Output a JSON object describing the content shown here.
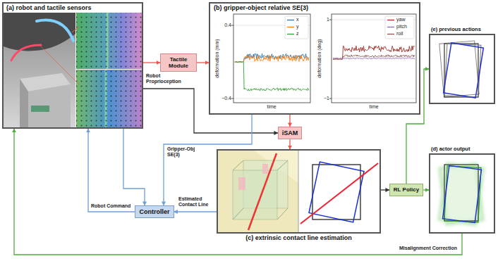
{
  "diagram": {
    "nodes": [
      {
        "text": [
          "(a) robot and tactile sensors"
        ]
      },
      {
        "text": [
          "(b) gripper-object relative SE(3)"
        ]
      },
      {
        "text": [
          "Tactile Module"
        ]
      },
      {
        "text": [
          "iSAM"
        ]
      },
      {
        "text": [
          "(c) extrinsic contact line estimation"
        ]
      },
      {
        "text": [
          "Controller"
        ]
      },
      {
        "text": [
          "RL Policy"
        ]
      },
      {
        "text": [
          "(e) previous actions"
        ]
      },
      {
        "text": [
          "(d) actor output"
        ]
      }
    ],
    "edges": [
      {
        "from": 0,
        "to": 2,
        "arrow": "to"
      },
      {
        "from": 2,
        "to": 1,
        "arrow": "to"
      },
      {
        "from": 0,
        "to": 3,
        "label": "Robot Proprioception",
        "arrow": "to"
      },
      {
        "from": 1,
        "to": 3,
        "arrow": "to"
      },
      {
        "from": 1,
        "to": 5,
        "label": "Gripper-Obj SE(3)",
        "arrow": "to"
      },
      {
        "from": 0,
        "to": 5,
        "arrow": "to"
      },
      {
        "from": 3,
        "to": 4,
        "arrow": "to"
      },
      {
        "from": 4,
        "to": 5,
        "label": "Estimated Contact Line",
        "arrow": "to"
      },
      {
        "from": 5,
        "to": 0,
        "label": "Robot Command",
        "arrow": "to"
      },
      {
        "from": 4,
        "to": 6,
        "arrow": "to"
      },
      {
        "from": 6,
        "to": 8,
        "arrow": "to"
      },
      {
        "from": 6,
        "to": 7,
        "arrow": "to"
      },
      {
        "from": 8,
        "to": 0,
        "label": "Misalignment Correction",
        "arrow": "to"
      }
    ],
    "labels": [
      "0.4",
      "−0.4",
      "deformation (mm)",
      "time",
      "1",
      "−1",
      "deformation (deg)",
      "time"
    ],
    "legend": [
      {
        "text": "x"
      },
      {
        "text": "y"
      },
      {
        "text": "z"
      },
      {
        "text": "yaw"
      },
      {
        "text": "pitch"
      },
      {
        "text": "roll"
      }
    ]
  }
}
